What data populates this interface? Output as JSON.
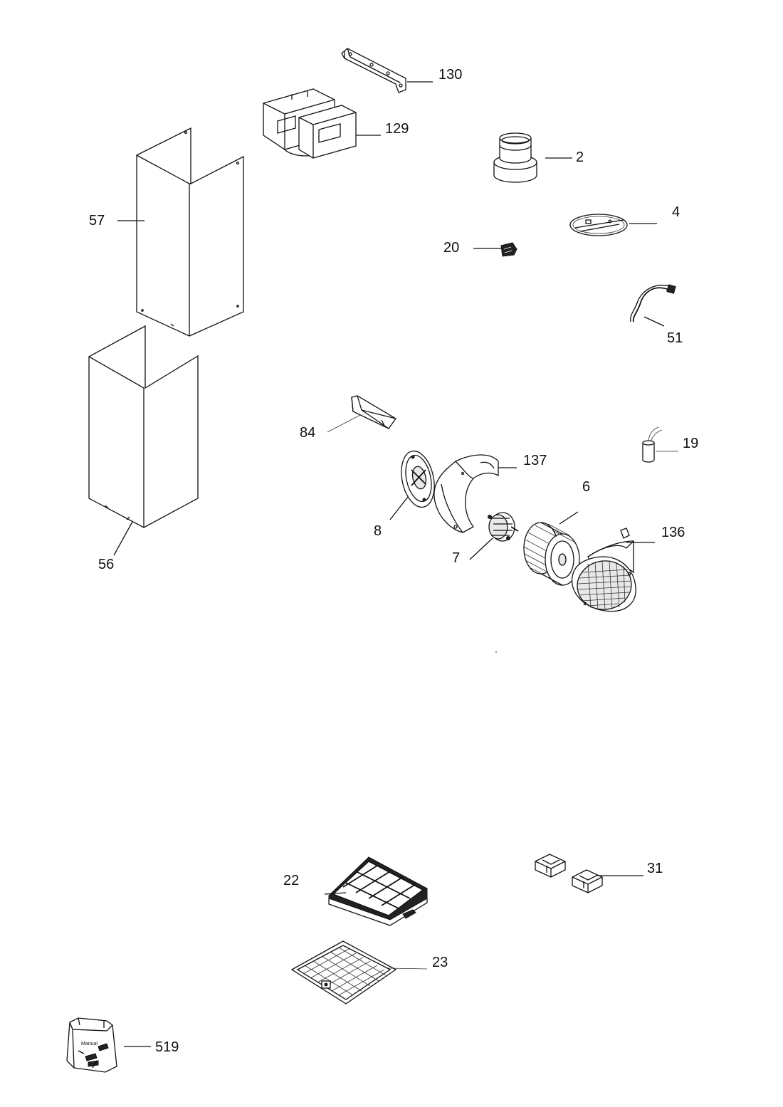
{
  "parts": [
    {
      "id": "p130",
      "label": "130"
    },
    {
      "id": "p129",
      "label": "129"
    },
    {
      "id": "p2",
      "label": "2"
    },
    {
      "id": "p4",
      "label": "4"
    },
    {
      "id": "p20",
      "label": "20"
    },
    {
      "id": "p57",
      "label": "57"
    },
    {
      "id": "p51",
      "label": "51"
    },
    {
      "id": "p84",
      "label": "84"
    },
    {
      "id": "p19",
      "label": "19"
    },
    {
      "id": "p137",
      "label": "137"
    },
    {
      "id": "p6",
      "label": "6"
    },
    {
      "id": "p136",
      "label": "136"
    },
    {
      "id": "p8",
      "label": "8"
    },
    {
      "id": "p7",
      "label": "7"
    },
    {
      "id": "p56",
      "label": "56"
    },
    {
      "id": "p22",
      "label": "22"
    },
    {
      "id": "p31",
      "label": "31"
    },
    {
      "id": "p23",
      "label": "23"
    },
    {
      "id": "p519",
      "label": "519"
    }
  ],
  "manual_bag_text": "Manual"
}
